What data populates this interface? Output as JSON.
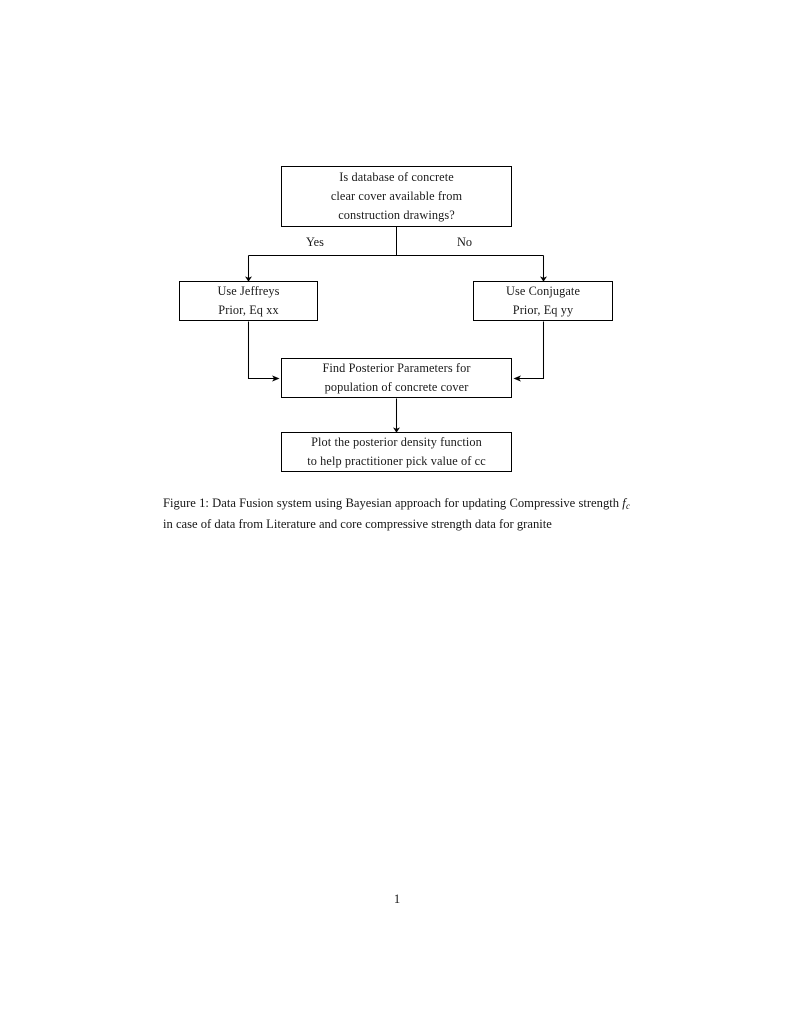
{
  "page": {
    "background": "#ffffff",
    "ink": "#000000",
    "folio": "1"
  },
  "figure": {
    "id": "figure-1",
    "nodes": [
      {
        "key": "decision",
        "name": "decision-box",
        "lines": [
          "Is database of concrete",
          "clear cover available from",
          "construction drawings?"
        ]
      },
      {
        "key": "jeffreys",
        "name": "jeffreys-prior-box",
        "lines": [
          "Use Jeffreys",
          "Prior, Eq xx"
        ]
      },
      {
        "key": "conjugate",
        "name": "conjugate-prior-box",
        "lines": [
          "Use Conjugate",
          "Prior, Eq yy"
        ]
      },
      {
        "key": "posterior",
        "name": "find-posterior-box",
        "lines": [
          "Find Posterior Parameters for",
          "population of concrete cover"
        ]
      },
      {
        "key": "plot",
        "name": "plot-posterior-box",
        "lines": [
          "Plot the posterior density function",
          "to help practitioner pick value of cc"
        ]
      }
    ],
    "edge_labels": {
      "yes": "Yes",
      "no": "No"
    }
  },
  "caption": {
    "label": "Figure 1:",
    "text_part_1": "Data Fusion system using Bayesian approach for updating Compressive strength",
    "math_symbol": "f",
    "math_subscript": "c",
    "text_part_2": "in case of data from Literature and core compressive strength data for granite",
    "full_text": "Figure 1: Data Fusion system using Bayesian approach for updating Compressive strength f_c in case of data from Literature and core compressive strength data for granite"
  }
}
